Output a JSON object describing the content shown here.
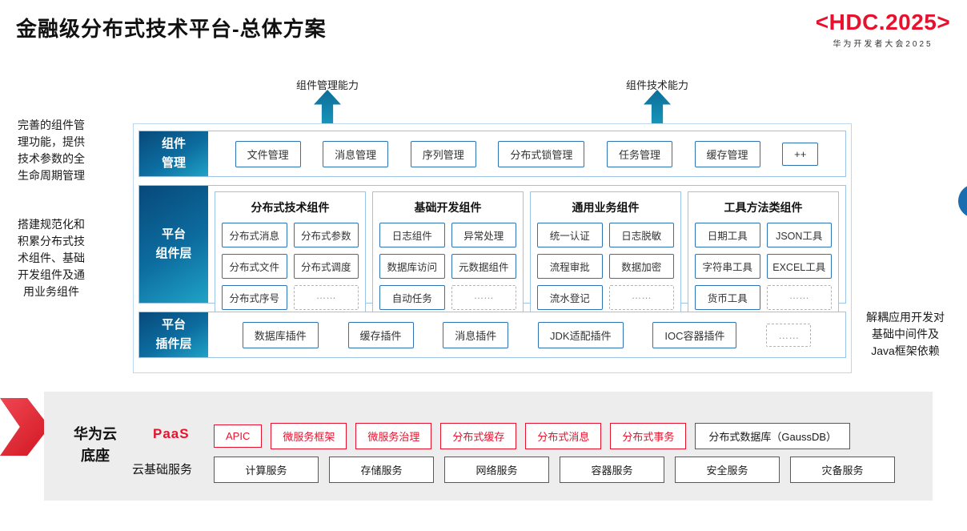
{
  "page": {
    "title": "金融级分布式技术平台-总体方案"
  },
  "logo": {
    "main": "<HDC.2025>",
    "sub": "华为开发者大会2025"
  },
  "capability_arrows": {
    "left": "组件管理能力",
    "right": "组件技术能力"
  },
  "annotations": {
    "left_top": "完善的组件管\n理功能，提供\n技术参数的全\n生命周期管理",
    "left_middle": "搭建规范化和\n积累分布式技\n术组件、基础\n开发组件及通\n用业务组件",
    "right": "解耦应用开发对\n基础中间件及\nJava框架依赖"
  },
  "layers": {
    "component_mgmt": {
      "label": "组件\n管理",
      "items": [
        "文件管理",
        "消息管理",
        "序列管理",
        "分布式锁管理",
        "任务管理",
        "缓存管理",
        "++"
      ]
    },
    "platform_components": {
      "label": "平台\n组件层",
      "groups": [
        {
          "title": "分布式技术组件",
          "items": [
            "分布式消息",
            "分布式参数",
            "分布式文件",
            "分布式调度",
            "分布式序号",
            "……"
          ]
        },
        {
          "title": "基础开发组件",
          "items": [
            "日志组件",
            "异常处理",
            "数据库访问",
            "元数据组件",
            "自动任务",
            "……"
          ]
        },
        {
          "title": "通用业务组件",
          "items": [
            "统一认证",
            "日志脱敏",
            "流程审批",
            "数据加密",
            "流水登记",
            "……"
          ]
        },
        {
          "title": "工具方法类组件",
          "items": [
            "日期工具",
            "JSON工具",
            "字符串工具",
            "EXCEL工具",
            "货币工具",
            "……"
          ]
        }
      ]
    },
    "platform_plugins": {
      "label": "平台\n插件层",
      "items": [
        "数据库插件",
        "缓存插件",
        "消息插件",
        "JDK适配插件",
        "IOC容器插件",
        "……"
      ]
    }
  },
  "foundation": {
    "label": "华为云\n底座",
    "paas": {
      "label": "PaaS",
      "items": [
        "APIC",
        "微服务框架",
        "微服务治理",
        "分布式缓存",
        "分布式消息",
        "分布式事务"
      ],
      "db_item": "分布式数据库（GaussDB）"
    },
    "cloud": {
      "label": "云基础服务",
      "items": [
        "计算服务",
        "存储服务",
        "网络服务",
        "容器服务",
        "安全服务",
        "灾备服务"
      ]
    }
  },
  "colors": {
    "brand_red": "#e8112d",
    "layer_gradient_start": "#07497a",
    "layer_gradient_end": "#1fa3c6",
    "item_border_blue": "#2e74b5",
    "panel_border_blue": "#9dc3e6",
    "foundation_bg": "#ededed"
  }
}
